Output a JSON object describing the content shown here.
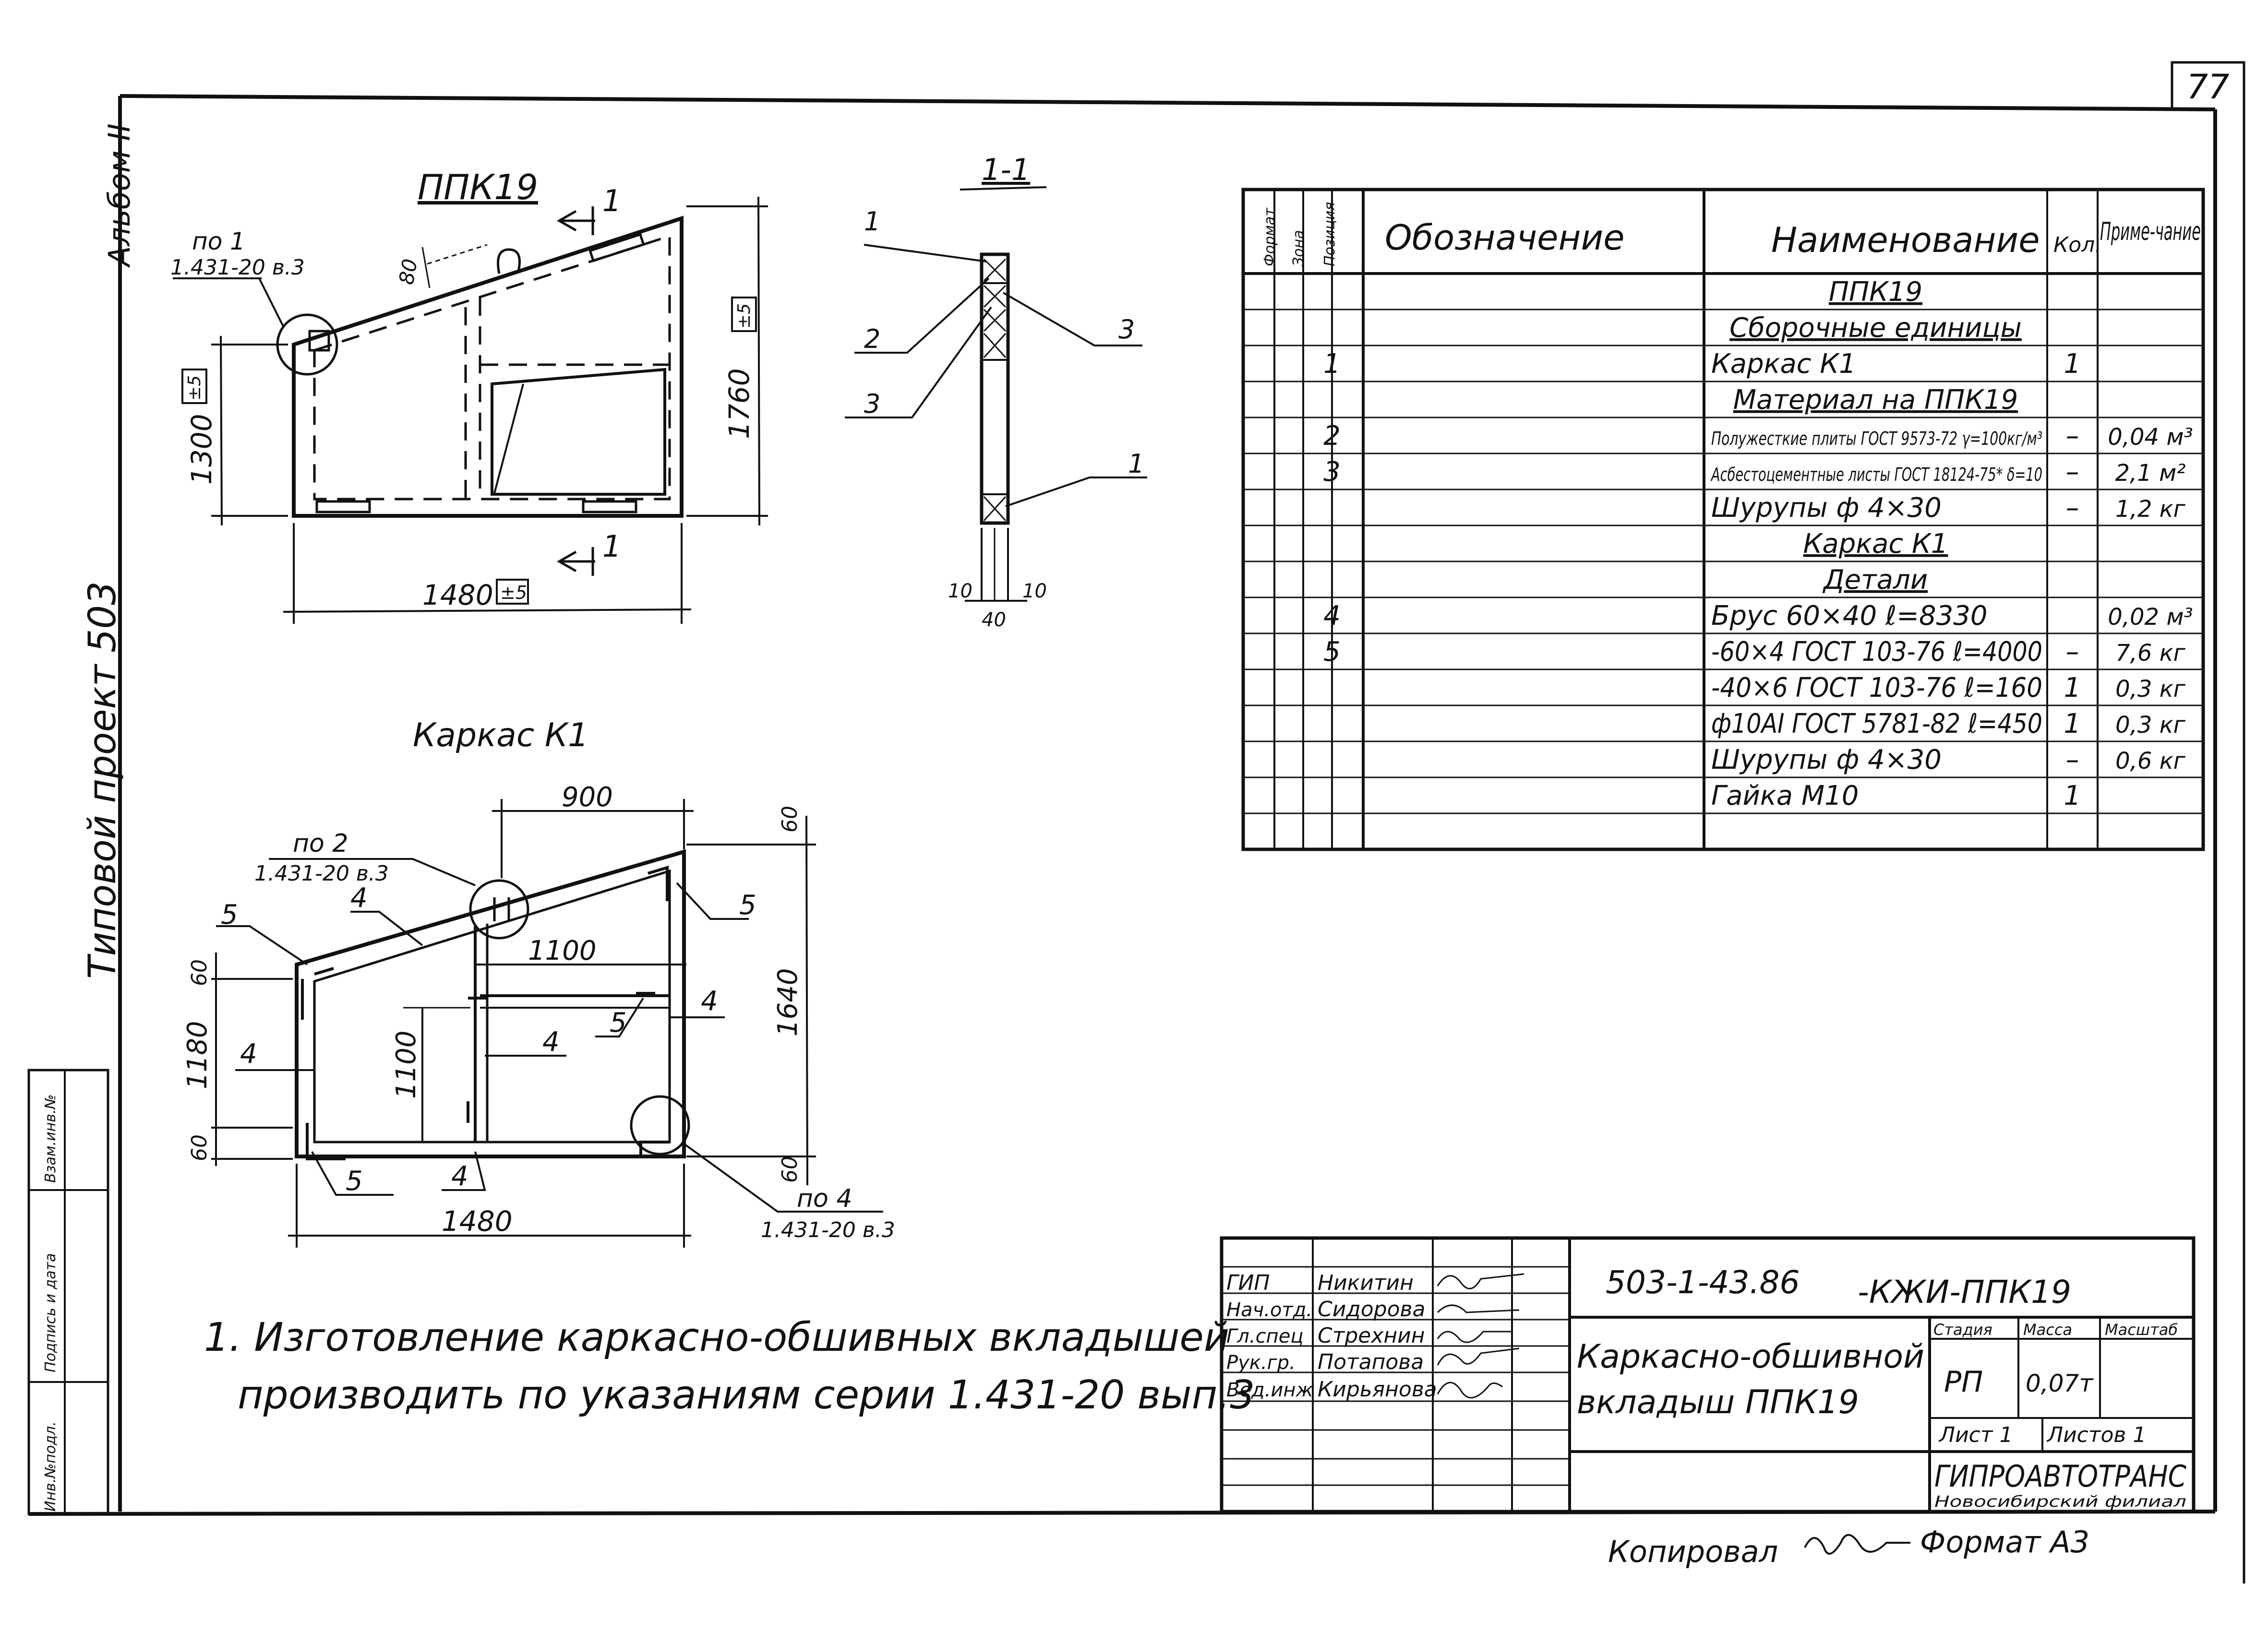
{
  "sheet": {
    "page_number": "77",
    "album": "Альбом II",
    "project": "Типовой проект 503",
    "copied_by": "Копировал",
    "format": "Формат А3",
    "left_strip": [
      "Инв.№подл.",
      "Подпись и дата",
      "Взам.инв.№"
    ]
  },
  "drawing_ppk": {
    "title": "ППК19",
    "ref": "по 1",
    "ref_sheet": "1.431-20 в.3",
    "dim_80": "80",
    "dim_width": "1480",
    "dim_height_left": "1300",
    "dim_height_right": "1760",
    "tol": "±5",
    "section_mark": "1"
  },
  "drawing_section": {
    "title": "1-1",
    "callouts": [
      "1",
      "2",
      "3",
      "3",
      "1"
    ],
    "dim_10a": "10",
    "dim_10b": "10",
    "dim_40": "40"
  },
  "drawing_frame": {
    "title": "Каркас К1",
    "ref2": "по 2",
    "ref2_sheet": "1.431-20 в.3",
    "ref4": "по 4",
    "ref4_sheet": "1.431-20 в.3",
    "dim_900": "900",
    "dim_1100_h": "1100",
    "dim_1100_v": "1100",
    "dim_1180": "1180",
    "dim_1640": "1640",
    "dim_1480": "1480",
    "dim_60": "60",
    "callouts": {
      "c5": "5",
      "c4": "4"
    }
  },
  "note": {
    "line1": "1. Изготовление каркасно-обшивных вкладышей",
    "line2": "производить по указаниям серии 1.431-20 вып.3"
  },
  "spec": {
    "headers": {
      "format": "Формат",
      "zone": "Зона",
      "pos": "Позиция",
      "designation": "Обозначение",
      "name": "Наименование",
      "qty": "Кол.",
      "note": "Приме-чание"
    },
    "rows": [
      {
        "pos": "",
        "name": "ППК19",
        "qty": "",
        "note": "",
        "u": true
      },
      {
        "pos": "",
        "name": "Сборочные единицы",
        "qty": "",
        "note": "",
        "u": true
      },
      {
        "pos": "1",
        "name": "Каркас К1",
        "qty": "1",
        "note": "",
        "u": false
      },
      {
        "pos": "",
        "name": "Материал на ППК19",
        "qty": "",
        "note": "",
        "u": true
      },
      {
        "pos": "2",
        "name": "Полужесткие плиты ГОСТ 9573-72 γ=100кг/м³",
        "qty": "–",
        "note": "0,04 м³",
        "u": false
      },
      {
        "pos": "3",
        "name": "Асбестоцементные листы ГОСТ 18124-75* δ=10",
        "qty": "–",
        "note": "2,1 м²",
        "u": false
      },
      {
        "pos": "",
        "name": "Шурупы ф 4×30",
        "qty": "–",
        "note": "1,2 кг",
        "u": false
      },
      {
        "pos": "",
        "name": "Каркас К1",
        "qty": "",
        "note": "",
        "u": true
      },
      {
        "pos": "",
        "name": "Детали",
        "qty": "",
        "note": "",
        "u": true
      },
      {
        "pos": "4",
        "name": "Брус 60×40 ℓ=8330",
        "qty": "",
        "note": "0,02 м³",
        "u": false
      },
      {
        "pos": "5",
        "name": "-60×4 ГОСТ 103-76 ℓ=4000",
        "qty": "–",
        "note": "7,6 кг",
        "u": false
      },
      {
        "pos": "",
        "name": "-40×6 ГОСТ 103-76 ℓ=160",
        "qty": "1",
        "note": "0,3 кг",
        "u": false
      },
      {
        "pos": "",
        "name": "ф10АI ГОСТ 5781-82 ℓ=450",
        "qty": "1",
        "note": "0,3 кг",
        "u": false
      },
      {
        "pos": "",
        "name": "Шурупы ф 4×30",
        "qty": "–",
        "note": "0,6 кг",
        "u": false
      },
      {
        "pos": "",
        "name": "Гайка М10",
        "qty": "1",
        "note": "",
        "u": false
      },
      {
        "pos": "",
        "name": "",
        "qty": "",
        "note": "",
        "u": false
      }
    ]
  },
  "stamp": {
    "doc_code": "503-1-43.86",
    "doc_suffix": "-КЖИ-ППК19",
    "title_line1": "Каркасно-обшивной",
    "title_line2": "вкладыш ППК19",
    "roles": [
      "ГИП",
      "Нач.отд.",
      "Гл.спец",
      "Рук.гр.",
      "Вед.инж"
    ],
    "names": [
      "Никитин",
      "Сидорова",
      "Стрехнин",
      "Потапова",
      "Кирьянова"
    ],
    "stage_h": "Стадия",
    "mass_h": "Масса",
    "scale_h": "Масштаб",
    "stage": "РП",
    "mass": "0,07т",
    "sheet": "Лист 1",
    "sheets": "Листов 1",
    "org": "ГИПРОАВТОТРАНС",
    "org_sub": "Новосибирский филиал"
  }
}
